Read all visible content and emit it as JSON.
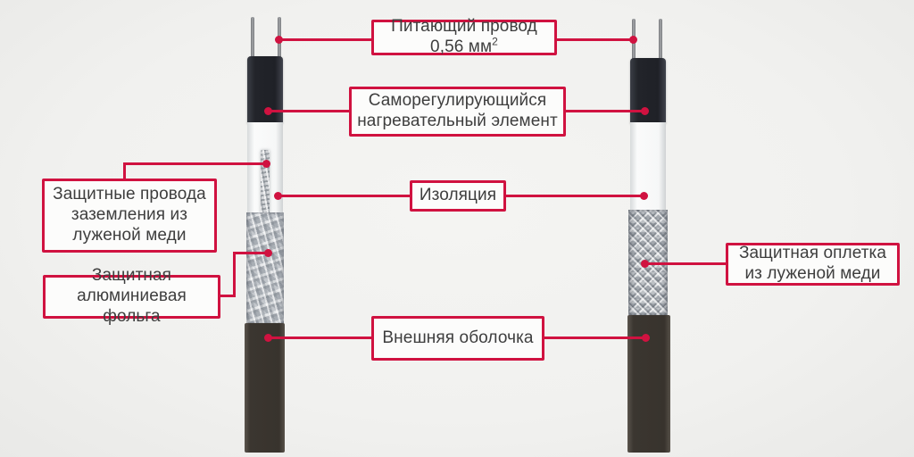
{
  "diagram": {
    "subject": "self-regulating-heating-cable-structure",
    "accent_color": "#d01240",
    "background_color": "#f1f1ef",
    "labels": {
      "power_wire": {
        "text": "Питающий провод",
        "value": "0,56 мм",
        "value_sup": "2"
      },
      "heating_element": {
        "text": "Саморегулирующийся нагревательный элемент"
      },
      "ground_wires": {
        "text": "Защитные провода заземления из луженой меди"
      },
      "insulation": {
        "text": "Изоляция"
      },
      "foil": {
        "text": "Защитная алюминиевая фольга"
      },
      "braid": {
        "text": "Защитная оплетка из луженой меди"
      },
      "outer_jacket": {
        "text": "Внешняя оболочка"
      }
    }
  }
}
